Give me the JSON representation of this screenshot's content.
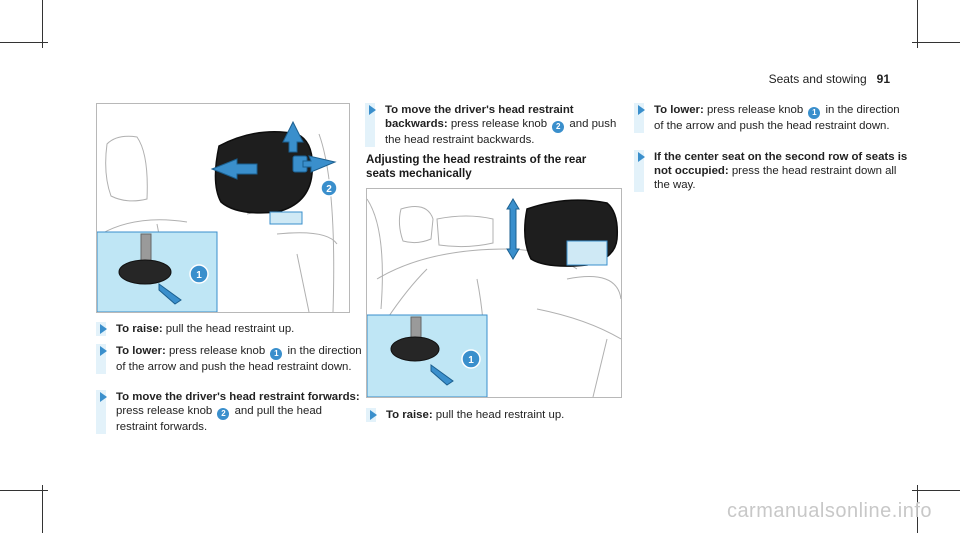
{
  "header": {
    "section": "Seats and stowing",
    "page": "91"
  },
  "left": {
    "steps": [
      {
        "title": "To raise:",
        "text": " pull the head restraint up."
      },
      {
        "title": "To lower:",
        "text_a": " press release knob ",
        "knob": "1",
        "text_b": " in the direction of the arrow and push the head restraint down."
      },
      {
        "title": "To move the driver's head restraint forwards:",
        "text_a": " press release knob ",
        "knob": "2",
        "text_b": " and pull the head restraint forwards."
      }
    ]
  },
  "middle": {
    "step_back": {
      "title": "To move the driver's head restraint backwards:",
      "text_a": " press release knob ",
      "knob": "2",
      "text_b": " and push the head restraint backwards."
    },
    "subheading": "Adjusting the head restraints of the rear seats mechanically",
    "step_raise": {
      "title": "To raise:",
      "text": " pull the head restraint up."
    }
  },
  "right": {
    "steps": [
      {
        "title": "To lower:",
        "text_a": " press release knob ",
        "knob": "1",
        "text_b": " in the direction of the arrow and push the head restraint down."
      },
      {
        "title": "If the center seat on the second row of seats is not occupied:",
        "text": " press the head restraint down all the way."
      }
    ]
  },
  "figures": {
    "front": {
      "callouts": [
        "1",
        "2"
      ]
    },
    "rear": {
      "callouts": [
        "1"
      ]
    }
  },
  "watermark": "carmanualsonline.info",
  "colors": {
    "accent": "#3a8fcc",
    "panel": "#bfe6f5"
  }
}
